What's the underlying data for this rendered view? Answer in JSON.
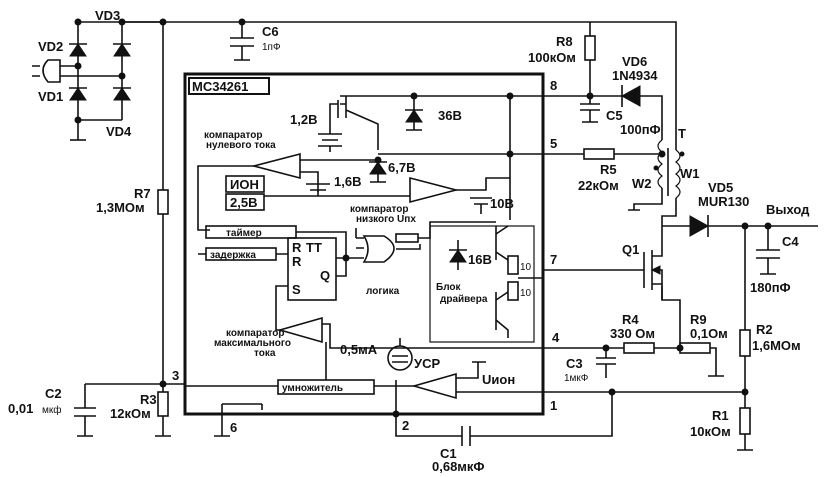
{
  "chip": {
    "name": "MC34261"
  },
  "diodes": {
    "vd1": "VD1",
    "vd2": "VD2",
    "vd3": "VD3",
    "vd4": "VD4",
    "vd5": "VD5",
    "vd5_part": "MUR130",
    "vd6": "VD6",
    "vd6_part": "1N4934"
  },
  "caps": {
    "c1": "C1",
    "c1_val": "0,68мкФ",
    "c2": "C2",
    "c2_val_a": "0,01",
    "c2_val_b": "мкф",
    "c3": "C3",
    "c3_val": "1мкФ",
    "c4": "C4",
    "c4_val": "180пФ",
    "c5": "C5",
    "c5_val": "100пФ",
    "c6": "C6",
    "c6_val": "1пФ"
  },
  "resistors": {
    "r1": "R1",
    "r1_val": "10кОм",
    "r2": "R2",
    "r2_val": "1,6МОм",
    "r3": "R3",
    "r3_val": "12кОм",
    "r4": "R4",
    "r4_val": "330 Ом",
    "r5": "R5",
    "r5_val": "22кОм",
    "r7": "R7",
    "r7_val": "1,3МОм",
    "r8": "R8",
    "r8_val": "100кОм",
    "r9": "R9",
    "r9_val": "0,1Ом"
  },
  "transformer": {
    "t": "T",
    "w1": "W1",
    "w2": "W2"
  },
  "transistor": {
    "q1": "Q1"
  },
  "output": {
    "label": "Выход"
  },
  "pins": {
    "p1": "1",
    "p2": "2",
    "p3": "3",
    "p4": "4",
    "p5": "5",
    "p6": "6",
    "p7": "7",
    "p8": "8"
  },
  "internal": {
    "v12": "1,2В",
    "v36": "36В",
    "v16": "1,6В",
    "v67": "6,7В",
    "v10": "10В",
    "v16z": "16В",
    "ion": "ИОН",
    "v25": "2,5В",
    "zero_comp_a": "компаратор",
    "zero_comp_b": "нулевого тока",
    "low_comp_a": "компаратор",
    "low_comp_b": "низкого Uпх",
    "timer": "таймер",
    "delay": "задержка",
    "tt": "TT",
    "r_a": "R",
    "r_b": "R",
    "s": "S",
    "q": "Q",
    "logic": "логика",
    "driver_a": "Блок",
    "driver_b": "драйвера",
    "r10a": "10",
    "r10b": "10",
    "max_comp_a": "компаратор",
    "max_comp_b": "максимального",
    "max_comp_c": "тока",
    "current": "0,5мА",
    "usr": "УСР",
    "uion": "Uион",
    "mult": "умножитель"
  }
}
